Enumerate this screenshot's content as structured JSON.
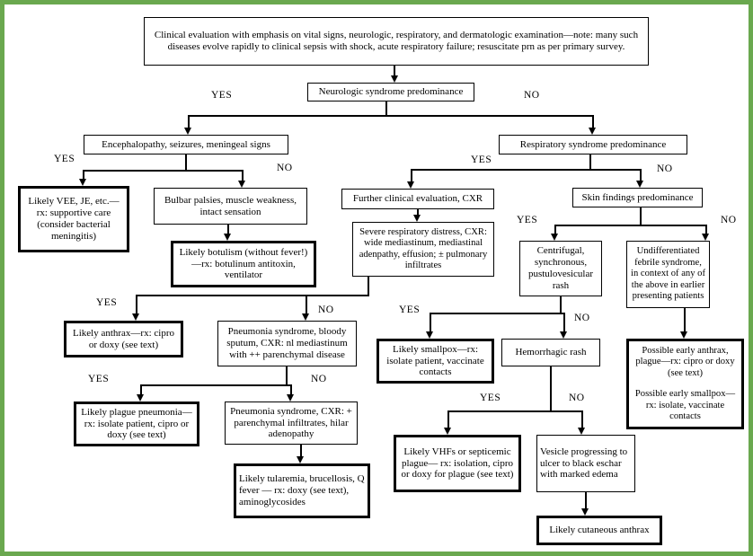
{
  "frame": {
    "border_color": "#6aa84f",
    "background": "#ffffff",
    "line_color": "#000000"
  },
  "nodes": {
    "clinical": {
      "text": "Clinical evaluation with emphasis on vital signs, neurologic, respiratory, and dermatologic examination—note: many such diseases evolve rapidly to clinical sepsis with shock, acute respiratory failure; resuscitate prn as per primary survey."
    },
    "neurologic": {
      "text": "Neurologic syndrome predominance"
    },
    "encephalopathy": {
      "text": "Encephalopathy, seizures, meningeal signs"
    },
    "respiratory": {
      "text": "Respiratory syndrome predominance"
    },
    "vee": {
      "text": "Likely VEE, JE, etc.—rx: supportive care (consider bacterial meningitis)"
    },
    "bulbar": {
      "text": "Bulbar palsies, muscle weakness, intact sensation"
    },
    "botulism": {
      "text": "Likely botulism (without fever!)—rx: botulinum antitoxin, ventilator"
    },
    "further": {
      "text": "Further clinical evaluation, CXR"
    },
    "skin": {
      "text": "Skin findings predominance"
    },
    "severe": {
      "text": "Severe respiratory distress, CXR: wide mediastinum, mediastinal adenpathy, effusion; ± pulmonary infiltrates"
    },
    "centrifugal": {
      "text": "Centrifugal, synchronous, pustulovesicular rash"
    },
    "undiff": {
      "text": "Undifferentiated febrile syndrome, in context of any of the above in earlier presenting patients"
    },
    "anthrax": {
      "text": "Likely anthrax—rx: cipro or doxy (see text)"
    },
    "pneumonia_bloody": {
      "text": "Pneumonia syndrome, bloody sputum, CXR: nl mediastinum with ++ parenchymal disease"
    },
    "smallpox": {
      "text": "Likely smallpox—rx: isolate patient, vaccinate contacts"
    },
    "hemorrhagic": {
      "text": "Hemorrhagic rash"
    },
    "possible": {
      "text1": "Possible early anthrax, plague—rx: cipro or doxy (see text)",
      "text2": "Possible early smallpox—rx: isolate, vaccinate contacts"
    },
    "plague": {
      "text": "Likely plague pneumonia—rx: isolate patient, cipro or doxy (see text)"
    },
    "pneumonia_cxr": {
      "text": "Pneumonia syndrome, CXR: + parenchymal infiltrates, hilar adenopathy"
    },
    "tularemia": {
      "text": "Likely tularemia, brucellosis, Q fever — rx: doxy (see text), aminoglycosides"
    },
    "vhf": {
      "text": "Likely VHFs or septicemic plague— rx: isolation, cipro or doxy for plague (see text)"
    },
    "vesicle": {
      "text": "Vesicle progressing to ulcer to black eschar with marked edema"
    },
    "cutaneous": {
      "text": "Likely cutaneous anthrax"
    }
  },
  "edge_labels": {
    "neuro_yes": "YES",
    "neuro_no": "NO",
    "enceph_yes": "YES",
    "enceph_no": "NO",
    "resp_yes": "YES",
    "resp_no": "NO",
    "skin_yes": "YES",
    "skin_no": "NO",
    "cxr_yes": "YES",
    "cxr_no": "NO",
    "rash_yes": "YES",
    "rash_no": "NO",
    "sputum_yes": "YES",
    "sputum_no": "NO",
    "hem_yes": "YES",
    "hem_no": "NO"
  }
}
